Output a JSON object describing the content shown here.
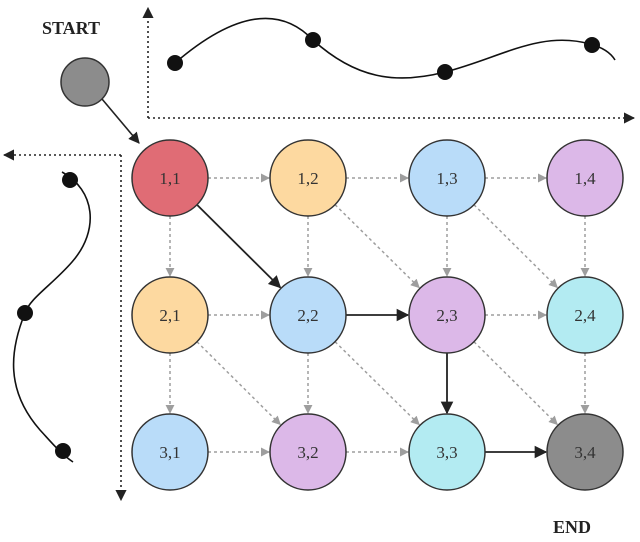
{
  "labels": {
    "start": "START",
    "end": "END"
  },
  "colors": {
    "red": "#e06c75",
    "orange": "#fdd9a0",
    "blue": "#b9dcf9",
    "purple": "#dcb8e8",
    "cyan": "#b3ebf2",
    "gray": "#8c8c8c",
    "node_stroke": "#333333",
    "path_arrow": "#222222",
    "grid_arrow": "#9e9e9e"
  },
  "nodes": [
    {
      "id": "1,1",
      "row": 1,
      "col": 1,
      "color": "red"
    },
    {
      "id": "1,2",
      "row": 1,
      "col": 2,
      "color": "orange"
    },
    {
      "id": "1,3",
      "row": 1,
      "col": 3,
      "color": "blue"
    },
    {
      "id": "1,4",
      "row": 1,
      "col": 4,
      "color": "purple"
    },
    {
      "id": "2,1",
      "row": 2,
      "col": 1,
      "color": "orange"
    },
    {
      "id": "2,2",
      "row": 2,
      "col": 2,
      "color": "blue"
    },
    {
      "id": "2,3",
      "row": 2,
      "col": 3,
      "color": "purple"
    },
    {
      "id": "2,4",
      "row": 2,
      "col": 4,
      "color": "cyan"
    },
    {
      "id": "3,1",
      "row": 3,
      "col": 1,
      "color": "blue"
    },
    {
      "id": "3,2",
      "row": 3,
      "col": 2,
      "color": "purple"
    },
    {
      "id": "3,3",
      "row": 3,
      "col": 3,
      "color": "cyan"
    },
    {
      "id": "3,4",
      "row": 3,
      "col": 4,
      "color": "gray"
    }
  ],
  "path": [
    "1,1",
    "2,2",
    "2,3",
    "3,3",
    "3,4"
  ]
}
